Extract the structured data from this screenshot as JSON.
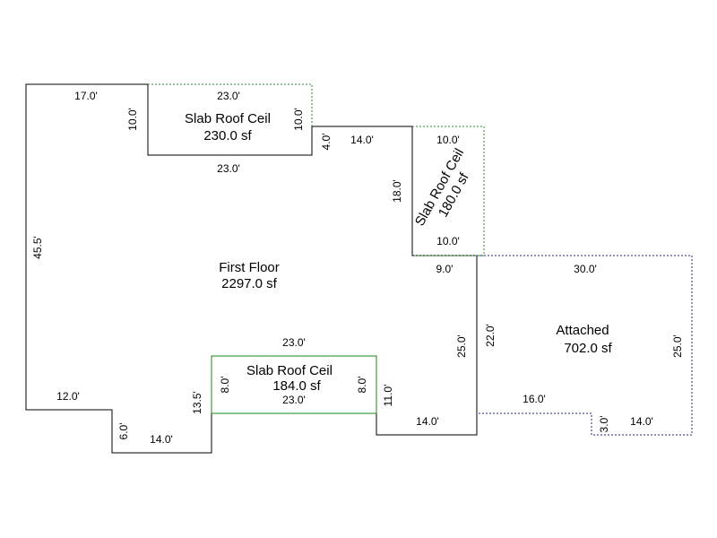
{
  "colors": {
    "main_outline": "#000000",
    "slab_dotted": "#2e8b2e",
    "slab_solid": "#1a8a1a",
    "attached_outline": "#1c2b8c",
    "text": "#000000",
    "background": "#ffffff"
  },
  "rooms": {
    "first_floor": {
      "name": "First Floor",
      "area": "2297.0 sf"
    },
    "slab_top": {
      "name": "Slab Roof Ceil",
      "area": "230.0 sf"
    },
    "slab_right": {
      "name": "Slab Roof Ceil",
      "area": "180.0 sf"
    },
    "slab_bottom": {
      "name": "Slab Roof Ceil",
      "area": "184.0 sf"
    },
    "attached": {
      "name": "Attached",
      "area": "702.0 sf"
    }
  },
  "dimensions": {
    "main_top_left": "17.0'",
    "main_left": "45.5'",
    "main_bottom_left": "12.0'",
    "notch_left": "6.0'",
    "notch_bottom": "14.0'",
    "notch_right": "13.5'",
    "right_step_top": "4.0'",
    "right_step_width": "14.0'",
    "right_step_left": "18.0'",
    "step_9": "9.0'",
    "right_wall": "25.0'",
    "bottom_right_bump": "11.0'",
    "bottom_right_width": "14.0'",
    "slab_top_top": "23.0'",
    "slab_top_bottom": "23.0'",
    "slab_top_left": "10.0'",
    "slab_top_right": "10.0'",
    "slab_right_top": "10.0'",
    "slab_right_bottom": "10.0'",
    "slab_bottom_top": "23.0'",
    "slab_bottom_bottom": "23.0'",
    "slab_bottom_left": "8.0'",
    "slab_bottom_right": "8.0'",
    "attached_top": "30.0'",
    "attached_right": "25.0'",
    "attached_left": "22.0'",
    "attached_bottom": "16.0'",
    "attached_step": "3.0'",
    "attached_bottom_right": "14.0'"
  }
}
